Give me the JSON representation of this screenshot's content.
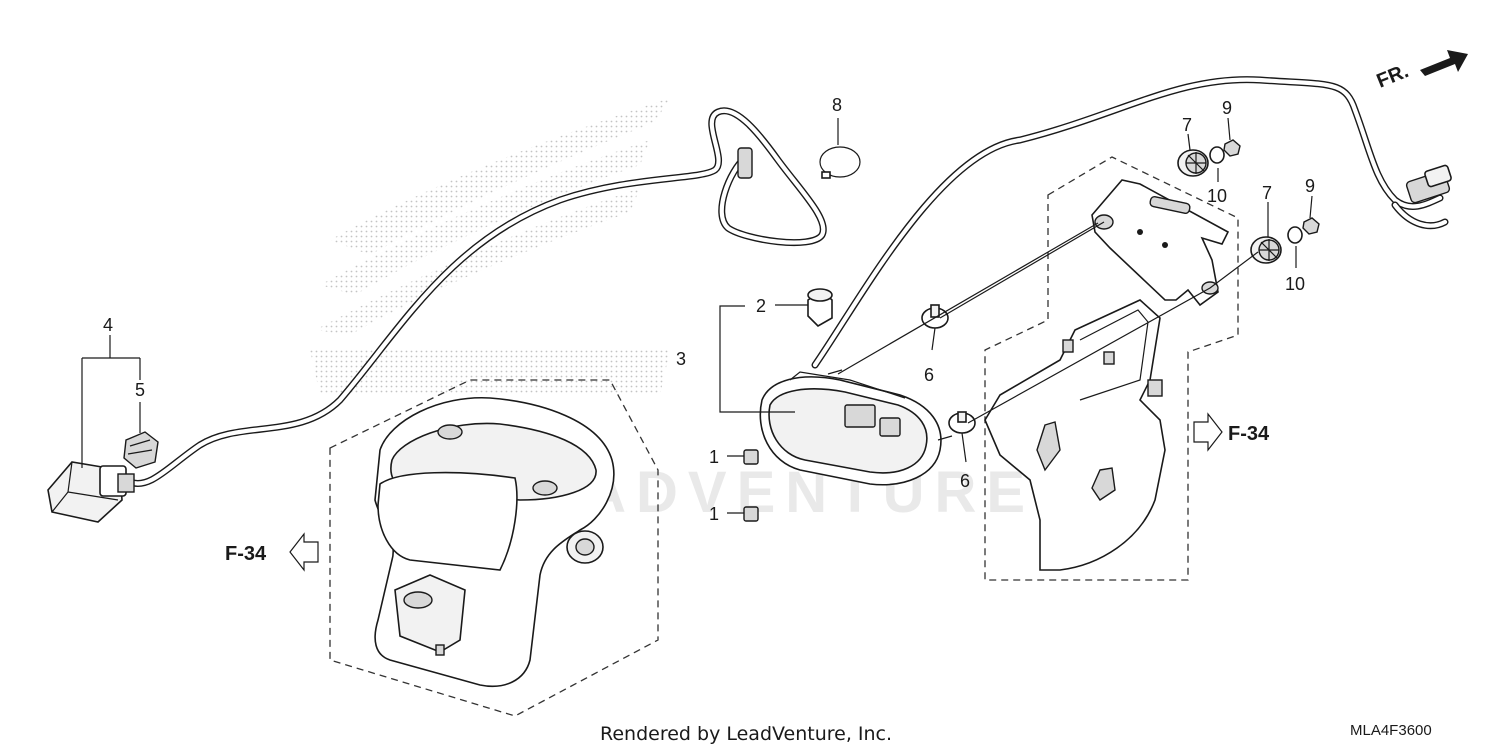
{
  "diagram": {
    "callouts": {
      "c1a": "1",
      "c1b": "1",
      "c2": "2",
      "c3": "3",
      "c4": "4",
      "c5": "5",
      "c6a": "6",
      "c6b": "6",
      "c7a": "7",
      "c7b": "7",
      "c8": "8",
      "c9a": "9",
      "c9b": "9",
      "c10a": "10",
      "c10b": "10"
    },
    "refs": {
      "left": "F-34",
      "right": "F-34"
    },
    "direction_label": "FR.",
    "watermark": "LEADVENTURE",
    "footer": "Rendered by LeadVenture, Inc.",
    "code": "MLA4F3600"
  }
}
